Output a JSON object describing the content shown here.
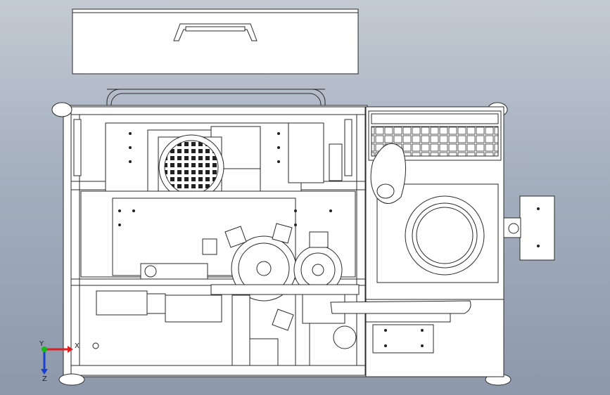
{
  "triad": {
    "x_label": "X",
    "y_label": "Y",
    "z_label": "Z"
  },
  "colors": {
    "x_axis": "#e02020",
    "y_axis": "#18b818",
    "z_axis": "#1a3fd0",
    "line": "#2a2a2a",
    "fill": "#ffffff",
    "panel": "#f4f4f4"
  }
}
